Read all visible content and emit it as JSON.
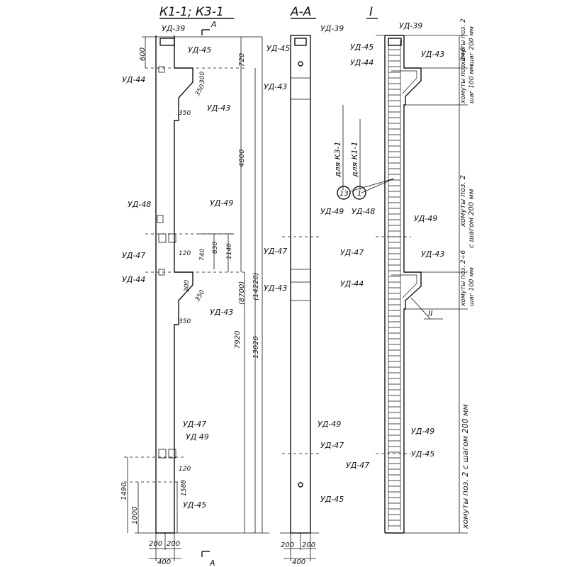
{
  "titles": {
    "view1": "К1-1; К3-1",
    "view2": "А-А",
    "view3": "I"
  },
  "section_mark": "А",
  "view1": {
    "labels": {
      "ud39": "УД-39",
      "ud45": "УД-45",
      "ud44_top": "УД-44",
      "ud43_top": "УД-43",
      "ud48": "УД-48",
      "ud49_mid": "УД-49",
      "ud47_mid": "УД-47",
      "ud44_mid": "УД-44",
      "ud43_mid": "УД-43",
      "ud47_low": "УД-47",
      "ud49_low": "УД 49",
      "ud45_low": "УД-45"
    },
    "dims": {
      "d600": "600",
      "d720": "720",
      "d300a": "300",
      "d350a": "350",
      "d350b": "350",
      "d4800": "4800",
      "d120a": "120",
      "d740": "740",
      "d830": "830",
      "d1140": "1140",
      "d300b": "300",
      "d350c": "350",
      "d350d": "350",
      "d8700": "(8700)",
      "d7920": "7920",
      "d14220": "(14220)",
      "d13020": "13020",
      "d120b": "120",
      "d1580": "1580",
      "d1490": "1490",
      "d1000": "1000",
      "d200a": "200",
      "d200b": "200",
      "d400": "400"
    }
  },
  "view2": {
    "labels": {
      "ud39": "УД-39",
      "ud45_top": "УД-45",
      "ud43_top": "УД-43",
      "ud49_mid": "УД-49",
      "ud47_mid": "УД-47",
      "ud43_mid": "УД-43",
      "ud49_low": "УД-49",
      "ud47_low": "УД-47",
      "ud45_low": "УД-45"
    },
    "dims": {
      "d200": "200",
      "d200b": "200",
      "d400": "400"
    }
  },
  "view3": {
    "labels": {
      "ud39": "УД-39",
      "ud45": "УД-45",
      "ud44": "УД-44",
      "ud43_top": "УД-43",
      "ud48": "УД-48",
      "ud49_mid": "УД-49",
      "ud47_mid": "УД-47",
      "ud43_mid": "УД-43",
      "ud44_mid": "УД-44",
      "node2": "II",
      "ud49_low": "УД-49",
      "ud45_low": "УД-45",
      "ud47_low": "УД-47",
      "for_k31": "для К3-1",
      "for_k11": "для К1-1",
      "circle13": "13",
      "circle1": "1"
    },
    "notes": {
      "top1": "хомуты поз. 2",
      "top2": "шаг 200 мм",
      "side1": "хомуты поз. 2÷6",
      "side2": "шаг 100 мм",
      "mid1": "хомуты поз. 2",
      "mid2": "с шагом 200 мм",
      "side3": "хомуты поз. 2÷6",
      "side4": "шаг 100 мм",
      "low1": "хомуты поз. 2 с шагом 200 мм"
    }
  }
}
